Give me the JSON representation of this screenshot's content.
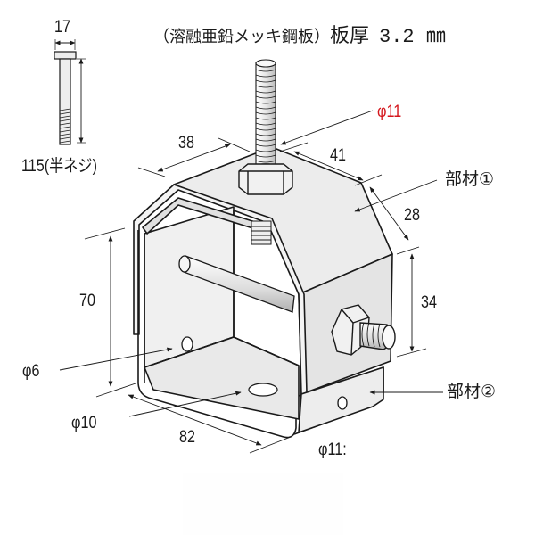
{
  "title": {
    "material": "（溶融亜鉛メッキ鋼板）",
    "thickness_label": "板厚",
    "thickness_value": "3.2 ㎜"
  },
  "bolt": {
    "head_width": "17",
    "length_label": "115(半ネジ)"
  },
  "dimensions": {
    "top_left_width": "38",
    "top_right_width": "41",
    "slope_length": "28",
    "side_height": "34",
    "body_height": "70",
    "bottom_length": "82",
    "top_rod_diameter": "φ11",
    "side_hole_diameter": "φ6",
    "bottom_hole_diameter": "φ10",
    "side_bolt_diameter": "φ11:"
  },
  "parts": {
    "part1": "部材①",
    "part2": "部材②"
  },
  "colors": {
    "accent_red": "#d4151b",
    "line": "#1a1a1a",
    "metal_light": "#f2f2f2",
    "metal_mid": "#e2e2e2",
    "metal_dark": "#cfcfcf"
  }
}
